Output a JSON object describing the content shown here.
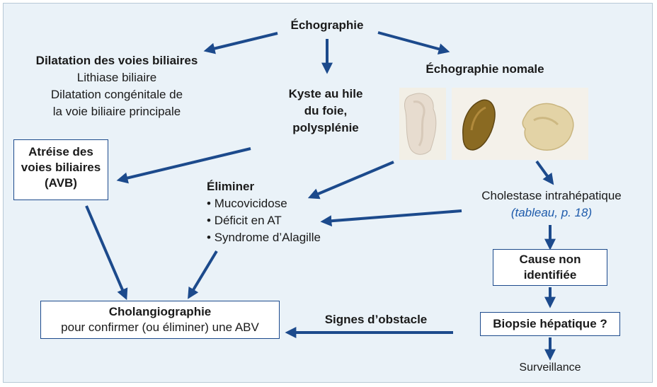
{
  "colors": {
    "background": "#eaf2f8",
    "arrow": "#1c4a8c",
    "box_border": "#1c4a8c",
    "reference_text": "#1e5bab"
  },
  "nodes": {
    "echographie": "Échographie",
    "dilatation_title": "Dilatation des voies biliaires",
    "dilatation_lines": [
      "Lithiase biliaire",
      "Dilatation congénitale de",
      "la voie biliaire principale"
    ],
    "kyste_lines": [
      "Kyste au hile",
      "du foie,",
      "polysplénie"
    ],
    "echo_normale": "Échographie nomale",
    "atresie_lines": [
      "Atréise des",
      "voies biliaires",
      "(AVB)"
    ],
    "eliminer_title": "Éliminer",
    "eliminer_items": [
      "Mucovicidose",
      "Déficit en AT",
      "Syndrome d’Alagille"
    ],
    "cholestase": "Cholestase intrahépatique",
    "cholestase_ref": "(tableau, p. 18)",
    "cause_lines": [
      "Cause non",
      "identifiée"
    ],
    "cholangio_title": "Cholangiographie",
    "cholangio_sub": "pour confirmer (ou éliminer) une ABV",
    "signes": "Signes d’obstacle",
    "biopsie": "Biopsie hépatique ?",
    "surveillance": "Surveillance"
  },
  "images": [
    "pale-white-stool-photo",
    "dark-brown-stool-photo",
    "beige-stool-photo"
  ]
}
